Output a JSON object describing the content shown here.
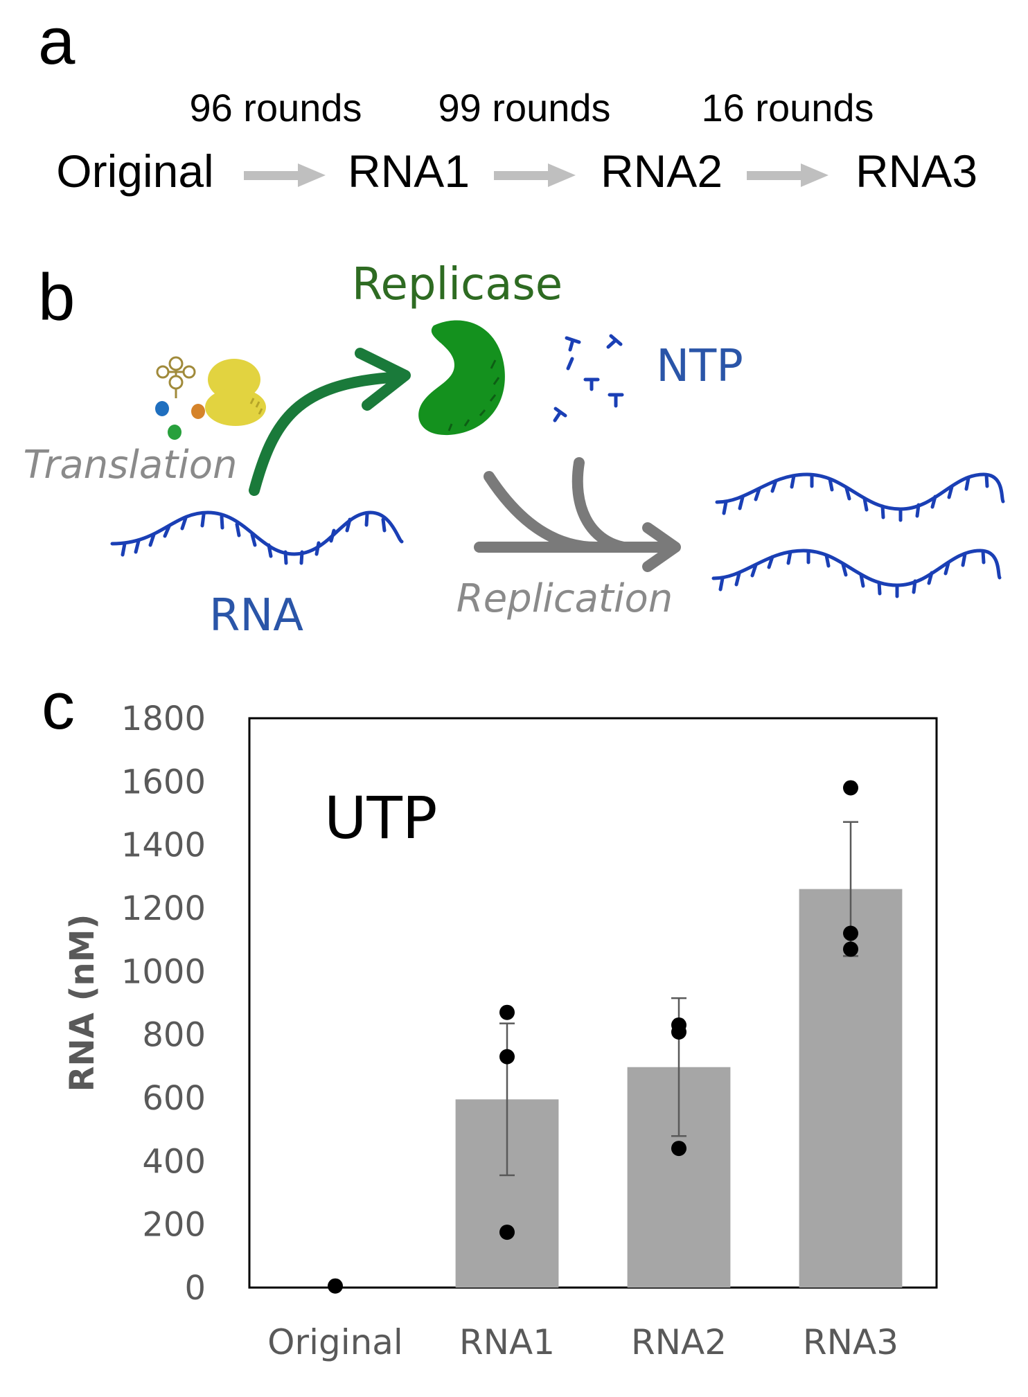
{
  "panel_a": {
    "label": "a",
    "rounds": [
      "96 rounds",
      "99 rounds",
      "16 rounds"
    ],
    "stages": [
      "Original",
      "RNA1",
      "RNA2",
      "RNA3"
    ]
  },
  "panel_b": {
    "label": "b",
    "replicase": "Replicase",
    "ntp": "NTP",
    "translation": "Translation",
    "rna": "RNA",
    "replication": "Replication"
  },
  "panel_c": {
    "label": "c"
  },
  "colors": {
    "rna_blue": "#1a3fb5",
    "replicase_green": "#14911e",
    "replicase_label": "#2e6b22",
    "ntp_blue": "#2a55a8",
    "arrow_gray": "#bfbfbf",
    "replication_gray": "#7a7a7a",
    "bar_gray": "#a6a6a6",
    "translation_arrow_green": "#1a7a3a"
  },
  "chart_data": {
    "type": "bar",
    "title": "UTP",
    "xlabel": "",
    "ylabel": "RNA (nM)",
    "categories": [
      "Original",
      "RNA1",
      "RNA2",
      "RNA3"
    ],
    "values": [
      0,
      595,
      697,
      1260
    ],
    "error": [
      0,
      240,
      218,
      212
    ],
    "points": [
      [
        5
      ],
      [
        870,
        730,
        175
      ],
      [
        830,
        808,
        440
      ],
      [
        1580,
        1120,
        1070
      ]
    ],
    "ylim": [
      0,
      1800
    ],
    "yticks": [
      0,
      200,
      400,
      600,
      800,
      1000,
      1200,
      1400,
      1600,
      1800
    ],
    "grid": false,
    "legend": "none"
  }
}
